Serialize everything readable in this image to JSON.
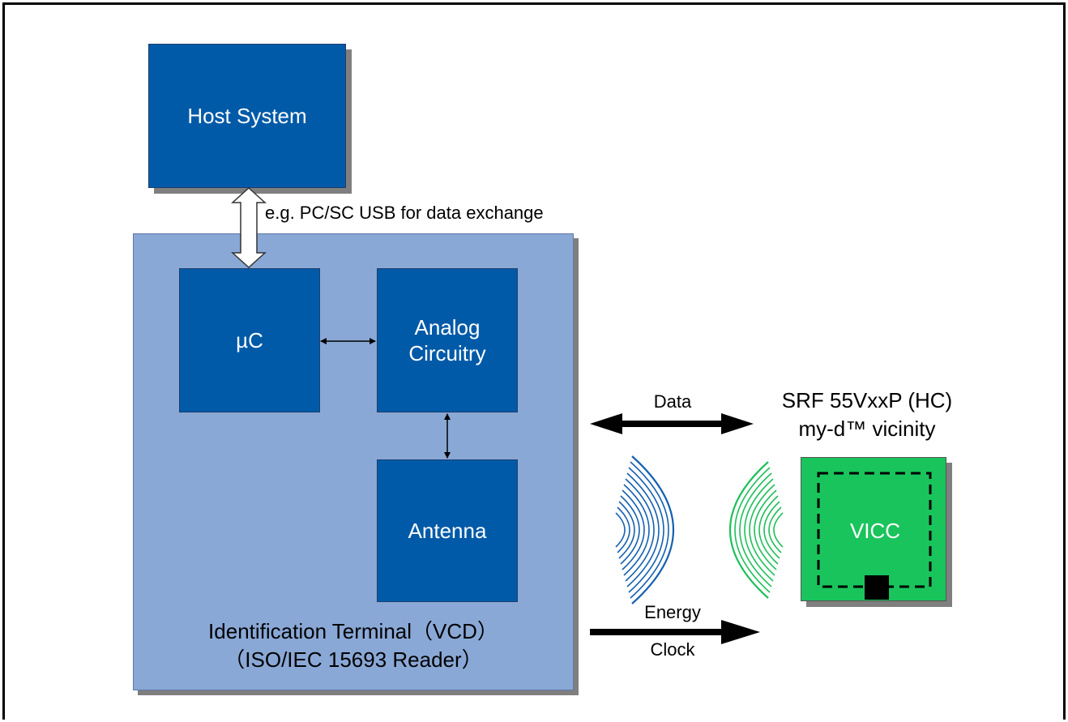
{
  "host": {
    "label": "Host System"
  },
  "interface_label": "e.g. PC/SC USB for data exchange",
  "uc": {
    "label": "µC"
  },
  "analog": {
    "line1": "Analog",
    "line2": "Circuitry"
  },
  "antenna": {
    "label": "Antenna"
  },
  "terminal": {
    "line1": "Identification Terminal（VCD）",
    "line2": "（ISO/IEC 15693 Reader）"
  },
  "data_label": "Data",
  "energy_label": "Energy",
  "clock_label": "Clock",
  "tag": {
    "line1": "SRF 55VxxP (HC)",
    "line2": "my-d™ vicinity",
    "chip_label": "VICC"
  },
  "colors": {
    "block_blue": "#005aa8",
    "terminal_blue": "#8aa8d6",
    "reader_wave_blue": "#1560b0",
    "tag_wave_green": "#1fbf5a",
    "tag_green": "#19c45c"
  }
}
